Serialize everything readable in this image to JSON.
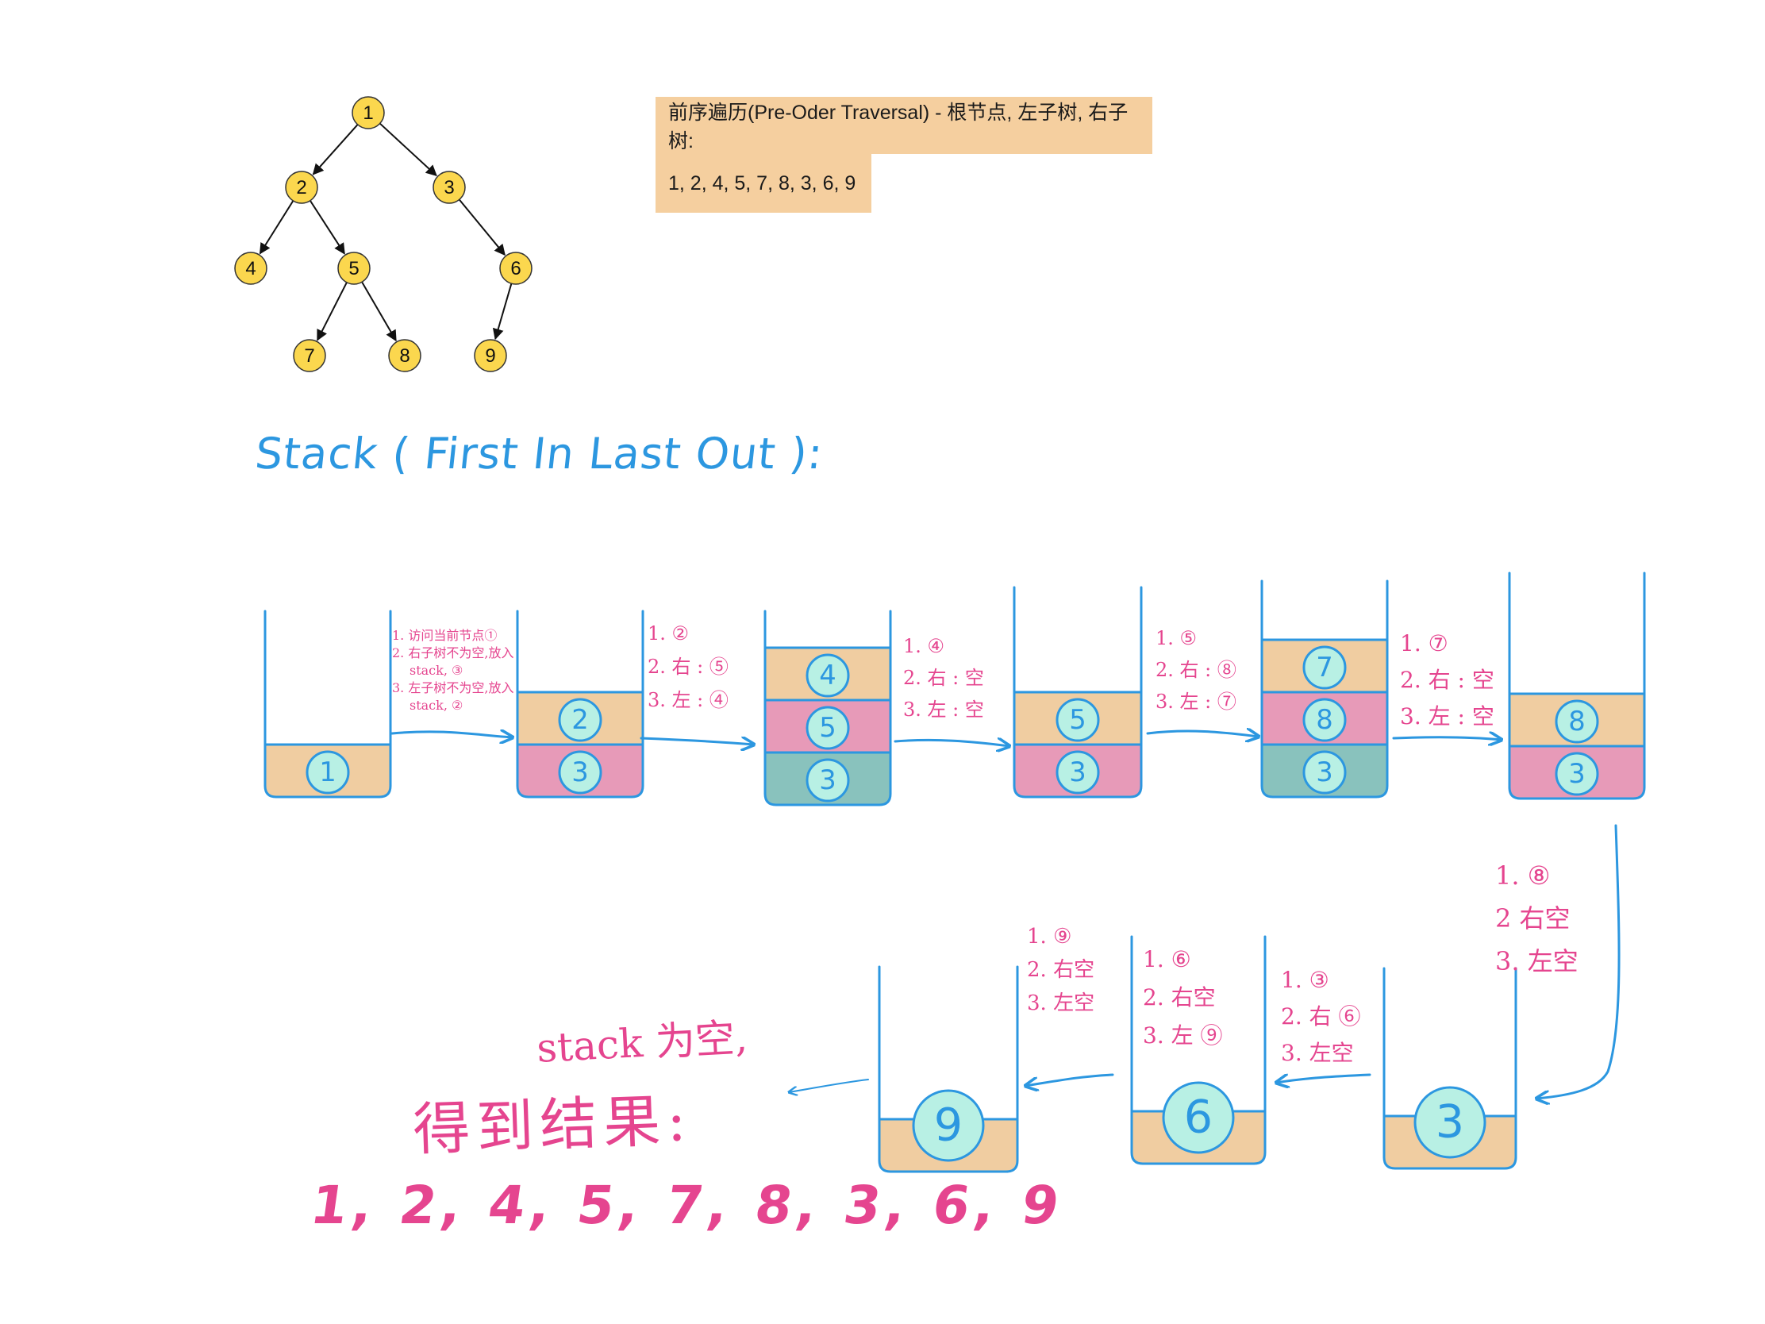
{
  "note": {
    "title": "前序遍历(Pre-Oder Traversal) - 根节点, 左子树, 右子树:",
    "sequence": "1, 2, 4, 5, 7, 8, 3, 6, 9"
  },
  "stack_title": "Stack ( First In Last Out ):",
  "tree": {
    "nodes": [
      {
        "id": "1",
        "label": "1"
      },
      {
        "id": "2",
        "label": "2"
      },
      {
        "id": "3",
        "label": "3"
      },
      {
        "id": "4",
        "label": "4"
      },
      {
        "id": "5",
        "label": "5"
      },
      {
        "id": "6",
        "label": "6"
      },
      {
        "id": "7",
        "label": "7"
      },
      {
        "id": "8",
        "label": "8"
      },
      {
        "id": "9",
        "label": "9"
      }
    ],
    "edges": [
      [
        "1",
        "2"
      ],
      [
        "1",
        "3"
      ],
      [
        "2",
        "4"
      ],
      [
        "2",
        "5"
      ],
      [
        "3",
        "6"
      ],
      [
        "5",
        "7"
      ],
      [
        "5",
        "8"
      ],
      [
        "6",
        "9"
      ]
    ]
  },
  "stacks": [
    {
      "items": [
        "1"
      ]
    },
    {
      "items": [
        "2",
        "3"
      ]
    },
    {
      "items": [
        "4",
        "5",
        "3"
      ]
    },
    {
      "items": [
        "5",
        "3"
      ]
    },
    {
      "items": [
        "7",
        "8",
        "3"
      ]
    },
    {
      "items": [
        "8",
        "3"
      ]
    },
    {
      "items": [
        "3"
      ]
    },
    {
      "items": [
        "6"
      ]
    },
    {
      "items": [
        "9"
      ]
    }
  ],
  "step_notes": [
    {
      "lines": [
        "1. 访问当前节点①",
        "2. 右子树不为空,放入",
        "stack, ③",
        "3. 左子树不为空,放入",
        "stack, ②"
      ]
    },
    {
      "lines": [
        "1. ②",
        "2. 右 : ⑤",
        "3. 左 : ④"
      ]
    },
    {
      "lines": [
        "1. ④",
        "2. 右 : 空",
        "3. 左 : 空"
      ]
    },
    {
      "lines": [
        "1. ⑤",
        "2. 右 : ⑧",
        "3. 左 : ⑦"
      ]
    },
    {
      "lines": [
        "1. ⑦",
        "2. 右 : 空",
        "3. 左 : 空"
      ]
    },
    {
      "lines": [
        "1. ⑧",
        "2 右空",
        "3. 左空"
      ]
    },
    {
      "lines": [
        "1. ③",
        "2. 右 ⑥",
        "3. 左空"
      ]
    },
    {
      "lines": [
        "1. ⑥",
        "2. 右空",
        "3. 左 ⑨"
      ]
    },
    {
      "lines": [
        "1. ⑨",
        "2. 右空",
        "3. 左空"
      ]
    }
  ],
  "empty_note": "stack 为空,",
  "result_label": "得到结果:",
  "result_sequence": "1, 2, 4, 5, 7, 8, 3, 6, 9",
  "colors": {
    "node_fill": "#fbd74e",
    "line_blue": "#2c97e0",
    "item_orange": "#f0cda1",
    "item_pink": "#e79ab8",
    "item_teal": "#89c2bd",
    "circle_fill": "#b8f0e4",
    "text_pink": "#e5458f"
  }
}
